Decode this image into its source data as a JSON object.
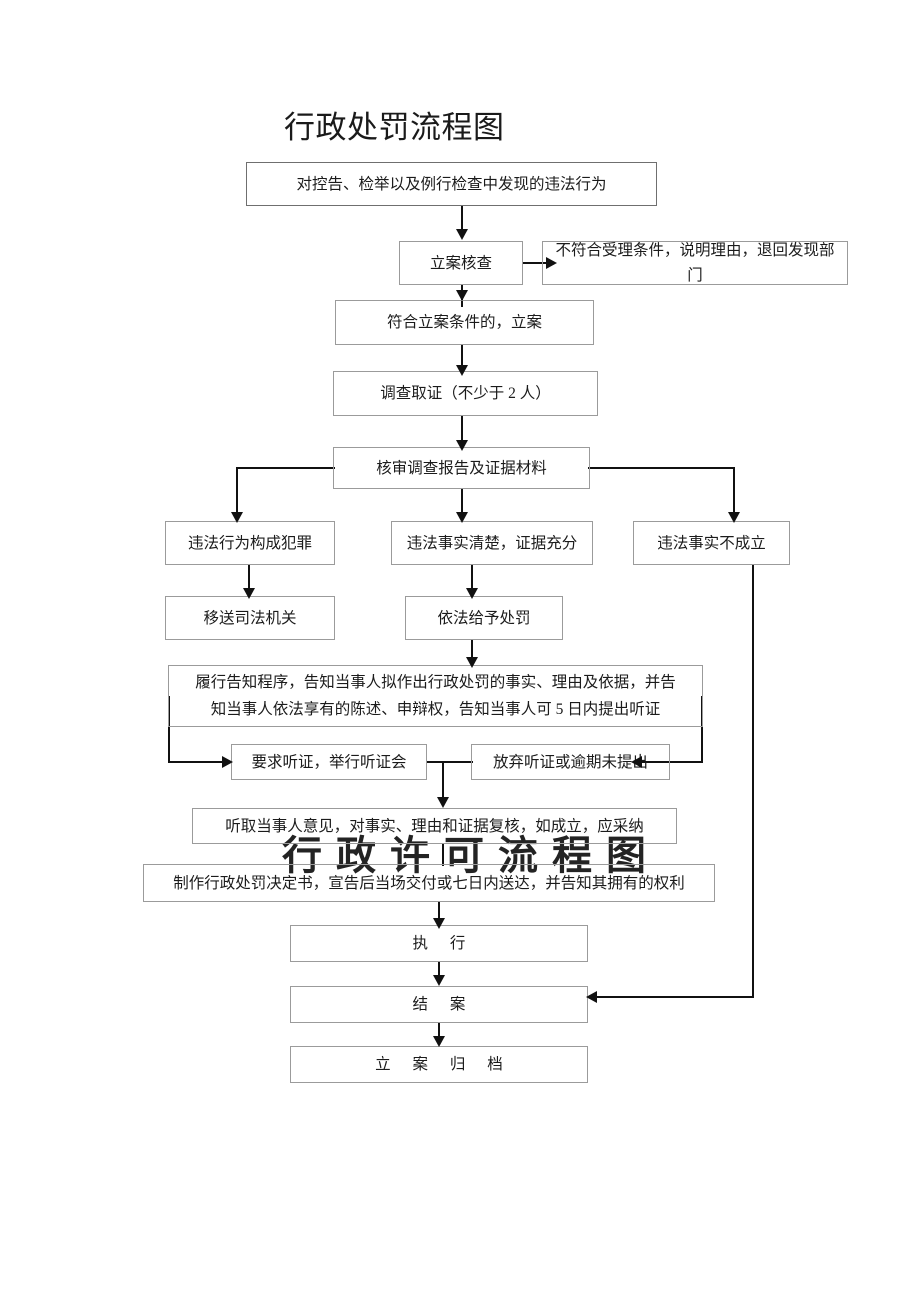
{
  "document": {
    "title": "行政处罚流程图",
    "watermark": "行政许可流程图"
  },
  "nodes": {
    "source": "对控告、检举以及例行检查中发现的违法行为",
    "filing_review": "立案核查",
    "not_accepted": "不符合受理条件，说明理由，退回发现部门",
    "filed": "符合立案条件的，立案",
    "investigate": "调查取证（不少于 2 人）",
    "audit_report": "核审调查报告及证据材料",
    "branch_crime": "违法行为构成犯罪",
    "branch_clear": "违法事实清楚，证据充分",
    "branch_void": "违法事实不成立",
    "transfer_judicial": "移送司法机关",
    "penalty_by_law": "依法给予处罚",
    "notice_line1": "履行告知程序，告知当事人拟作出行政处罚的事实、理由及依据，并告",
    "notice_line2": "知当事人依法享有的陈述、申辩权，告知当事人可 5 日内提出听证",
    "request_hearing": "要求听证，举行听证会",
    "waive_hearing": "放弃听证或逾期未提出",
    "review_opinion": "听取当事人意见，对事实、理由和证据复核，如成立，应采纳",
    "decision_doc": "制作行政处罚决定书，宣告后当场交付或七日内送达，并告知其拥有的权利",
    "execute": "执 行",
    "close_case": "结 案",
    "archive": "立 案 归 档"
  },
  "colors": {
    "box_border": "#9b9b9b",
    "connector": "#111111",
    "text": "#1b1b1b",
    "background": "#ffffff"
  }
}
